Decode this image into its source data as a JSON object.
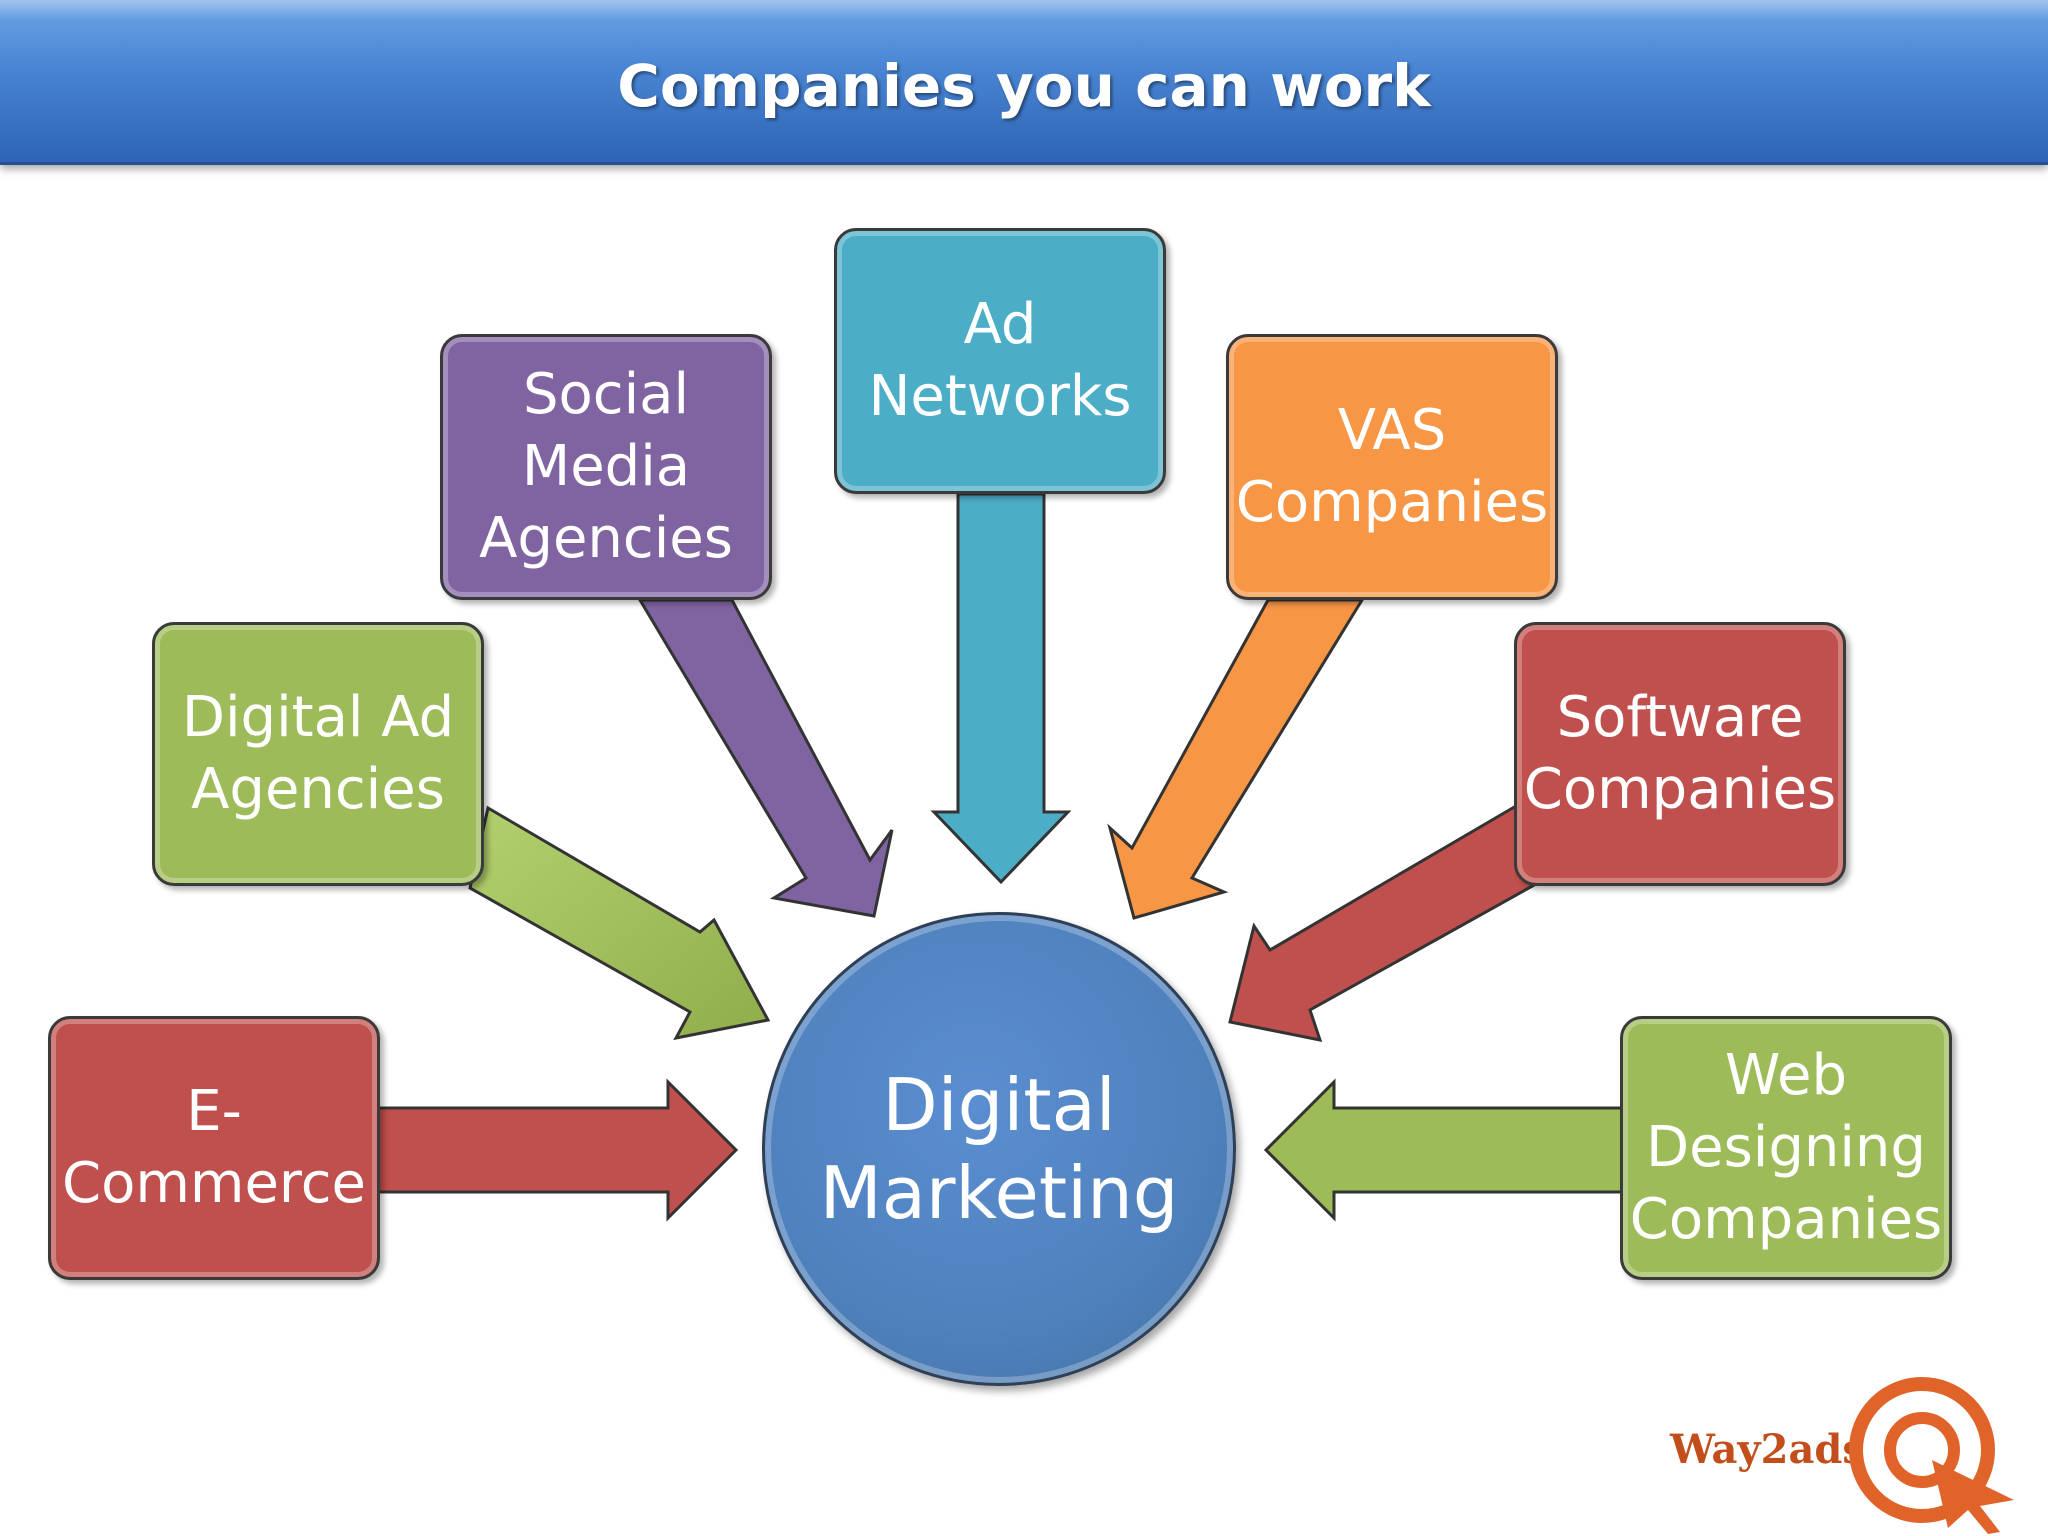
{
  "title": "Companies you can work",
  "center": {
    "label": "Digital\nMarketing"
  },
  "nodes": [
    {
      "id": "e-commerce",
      "label": "E-\nCommerce",
      "color": "#c0504d"
    },
    {
      "id": "digital-ad-agencies",
      "label": "Digital Ad\nAgencies",
      "color": "#9dbb59"
    },
    {
      "id": "social-media-agencies",
      "label": "Social\nMedia\nAgencies",
      "color": "#8064a2"
    },
    {
      "id": "ad-networks",
      "label": "Ad\nNetworks",
      "color": "#4badc6"
    },
    {
      "id": "vas-companies",
      "label": "VAS\nCompanies",
      "color": "#f79645"
    },
    {
      "id": "software-companies",
      "label": "Software\nCompanies",
      "color": "#c0504d"
    },
    {
      "id": "web-designing-companies",
      "label": "Web\nDesigning\nCompanies",
      "color": "#9dbb59"
    }
  ],
  "logo": {
    "text": "Way2ads",
    "color": "#c24e1c"
  },
  "colors": {
    "header": "#4a86d4",
    "center": "#4f81bd"
  }
}
